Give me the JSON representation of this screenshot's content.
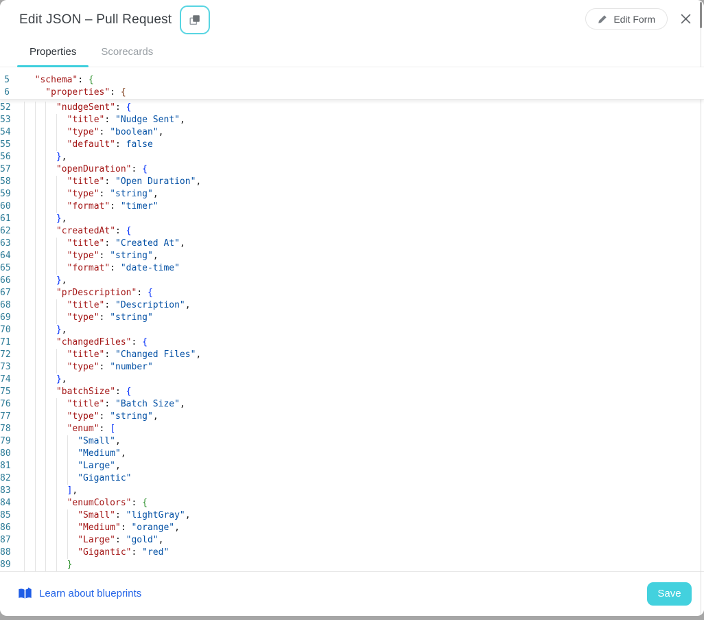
{
  "header": {
    "title": "Edit JSON – Pull Request",
    "edit_form_label": "Edit Form",
    "icons": {
      "copy": "copy-icon",
      "pencil": "pencil-icon",
      "close": "close-icon",
      "book": "open-book-icon"
    }
  },
  "tabs": [
    {
      "label": "Properties",
      "active": true
    },
    {
      "label": "Scorecards",
      "active": false
    }
  ],
  "editor": {
    "language": "json",
    "sticky_lines": [
      {
        "n": 5,
        "indent": 2,
        "tokens": [
          [
            "k",
            "\"schema\""
          ],
          [
            "p",
            ": "
          ],
          [
            "bg",
            "{"
          ]
        ]
      },
      {
        "n": 6,
        "indent": 4,
        "tokens": [
          [
            "k",
            "\"properties\""
          ],
          [
            "p",
            ": "
          ],
          [
            "bn",
            "{"
          ]
        ]
      }
    ],
    "lines": [
      {
        "n": 52,
        "indent": 6,
        "tokens": [
          [
            "k",
            "\"nudgeSent\""
          ],
          [
            "p",
            ": "
          ],
          [
            "bb",
            "{"
          ]
        ]
      },
      {
        "n": 53,
        "indent": 8,
        "tokens": [
          [
            "k",
            "\"title\""
          ],
          [
            "p",
            ": "
          ],
          [
            "v",
            "\"Nudge Sent\""
          ],
          [
            "p",
            ","
          ]
        ]
      },
      {
        "n": 54,
        "indent": 8,
        "tokens": [
          [
            "k",
            "\"type\""
          ],
          [
            "p",
            ": "
          ],
          [
            "v",
            "\"boolean\""
          ],
          [
            "p",
            ","
          ]
        ]
      },
      {
        "n": 55,
        "indent": 8,
        "tokens": [
          [
            "k",
            "\"default\""
          ],
          [
            "p",
            ": "
          ],
          [
            "kw",
            "false"
          ]
        ]
      },
      {
        "n": 56,
        "indent": 6,
        "tokens": [
          [
            "bb",
            "}"
          ],
          [
            "p",
            ","
          ]
        ]
      },
      {
        "n": 57,
        "indent": 6,
        "tokens": [
          [
            "k",
            "\"openDuration\""
          ],
          [
            "p",
            ": "
          ],
          [
            "bb",
            "{"
          ]
        ]
      },
      {
        "n": 58,
        "indent": 8,
        "tokens": [
          [
            "k",
            "\"title\""
          ],
          [
            "p",
            ": "
          ],
          [
            "v",
            "\"Open Duration\""
          ],
          [
            "p",
            ","
          ]
        ]
      },
      {
        "n": 59,
        "indent": 8,
        "tokens": [
          [
            "k",
            "\"type\""
          ],
          [
            "p",
            ": "
          ],
          [
            "v",
            "\"string\""
          ],
          [
            "p",
            ","
          ]
        ]
      },
      {
        "n": 60,
        "indent": 8,
        "tokens": [
          [
            "k",
            "\"format\""
          ],
          [
            "p",
            ": "
          ],
          [
            "v",
            "\"timer\""
          ]
        ]
      },
      {
        "n": 61,
        "indent": 6,
        "tokens": [
          [
            "bb",
            "}"
          ],
          [
            "p",
            ","
          ]
        ]
      },
      {
        "n": 62,
        "indent": 6,
        "tokens": [
          [
            "k",
            "\"createdAt\""
          ],
          [
            "p",
            ": "
          ],
          [
            "bb",
            "{"
          ]
        ]
      },
      {
        "n": 63,
        "indent": 8,
        "tokens": [
          [
            "k",
            "\"title\""
          ],
          [
            "p",
            ": "
          ],
          [
            "v",
            "\"Created At\""
          ],
          [
            "p",
            ","
          ]
        ]
      },
      {
        "n": 64,
        "indent": 8,
        "tokens": [
          [
            "k",
            "\"type\""
          ],
          [
            "p",
            ": "
          ],
          [
            "v",
            "\"string\""
          ],
          [
            "p",
            ","
          ]
        ]
      },
      {
        "n": 65,
        "indent": 8,
        "tokens": [
          [
            "k",
            "\"format\""
          ],
          [
            "p",
            ": "
          ],
          [
            "v",
            "\"date-time\""
          ]
        ]
      },
      {
        "n": 66,
        "indent": 6,
        "tokens": [
          [
            "bb",
            "}"
          ],
          [
            "p",
            ","
          ]
        ]
      },
      {
        "n": 67,
        "indent": 6,
        "tokens": [
          [
            "k",
            "\"prDescription\""
          ],
          [
            "p",
            ": "
          ],
          [
            "bb",
            "{"
          ]
        ]
      },
      {
        "n": 68,
        "indent": 8,
        "tokens": [
          [
            "k",
            "\"title\""
          ],
          [
            "p",
            ": "
          ],
          [
            "v",
            "\"Description\""
          ],
          [
            "p",
            ","
          ]
        ]
      },
      {
        "n": 69,
        "indent": 8,
        "tokens": [
          [
            "k",
            "\"type\""
          ],
          [
            "p",
            ": "
          ],
          [
            "v",
            "\"string\""
          ]
        ]
      },
      {
        "n": 70,
        "indent": 6,
        "tokens": [
          [
            "bb",
            "}"
          ],
          [
            "p",
            ","
          ]
        ]
      },
      {
        "n": 71,
        "indent": 6,
        "tokens": [
          [
            "k",
            "\"changedFiles\""
          ],
          [
            "p",
            ": "
          ],
          [
            "bb",
            "{"
          ]
        ]
      },
      {
        "n": 72,
        "indent": 8,
        "tokens": [
          [
            "k",
            "\"title\""
          ],
          [
            "p",
            ": "
          ],
          [
            "v",
            "\"Changed Files\""
          ],
          [
            "p",
            ","
          ]
        ]
      },
      {
        "n": 73,
        "indent": 8,
        "tokens": [
          [
            "k",
            "\"type\""
          ],
          [
            "p",
            ": "
          ],
          [
            "v",
            "\"number\""
          ]
        ]
      },
      {
        "n": 74,
        "indent": 6,
        "tokens": [
          [
            "bb",
            "}"
          ],
          [
            "p",
            ","
          ]
        ]
      },
      {
        "n": 75,
        "indent": 6,
        "tokens": [
          [
            "k",
            "\"batchSize\""
          ],
          [
            "p",
            ": "
          ],
          [
            "bb",
            "{"
          ]
        ]
      },
      {
        "n": 76,
        "indent": 8,
        "tokens": [
          [
            "k",
            "\"title\""
          ],
          [
            "p",
            ": "
          ],
          [
            "v",
            "\"Batch Size\""
          ],
          [
            "p",
            ","
          ]
        ]
      },
      {
        "n": 77,
        "indent": 8,
        "tokens": [
          [
            "k",
            "\"type\""
          ],
          [
            "p",
            ": "
          ],
          [
            "v",
            "\"string\""
          ],
          [
            "p",
            ","
          ]
        ]
      },
      {
        "n": 78,
        "indent": 8,
        "tokens": [
          [
            "k",
            "\"enum\""
          ],
          [
            "p",
            ": "
          ],
          [
            "bb",
            "["
          ]
        ]
      },
      {
        "n": 79,
        "indent": 10,
        "tokens": [
          [
            "v",
            "\"Small\""
          ],
          [
            "p",
            ","
          ]
        ]
      },
      {
        "n": 80,
        "indent": 10,
        "tokens": [
          [
            "v",
            "\"Medium\""
          ],
          [
            "p",
            ","
          ]
        ]
      },
      {
        "n": 81,
        "indent": 10,
        "tokens": [
          [
            "v",
            "\"Large\""
          ],
          [
            "p",
            ","
          ]
        ]
      },
      {
        "n": 82,
        "indent": 10,
        "tokens": [
          [
            "v",
            "\"Gigantic\""
          ]
        ]
      },
      {
        "n": 83,
        "indent": 8,
        "tokens": [
          [
            "bb",
            "]"
          ],
          [
            "p",
            ","
          ]
        ]
      },
      {
        "n": 84,
        "indent": 8,
        "tokens": [
          [
            "k",
            "\"enumColors\""
          ],
          [
            "p",
            ": "
          ],
          [
            "bg",
            "{"
          ]
        ]
      },
      {
        "n": 85,
        "indent": 10,
        "tokens": [
          [
            "k",
            "\"Small\""
          ],
          [
            "p",
            ": "
          ],
          [
            "v",
            "\"lightGray\""
          ],
          [
            "p",
            ","
          ]
        ]
      },
      {
        "n": 86,
        "indent": 10,
        "tokens": [
          [
            "k",
            "\"Medium\""
          ],
          [
            "p",
            ": "
          ],
          [
            "v",
            "\"orange\""
          ],
          [
            "p",
            ","
          ]
        ]
      },
      {
        "n": 87,
        "indent": 10,
        "tokens": [
          [
            "k",
            "\"Large\""
          ],
          [
            "p",
            ": "
          ],
          [
            "v",
            "\"gold\""
          ],
          [
            "p",
            ","
          ]
        ]
      },
      {
        "n": 88,
        "indent": 10,
        "tokens": [
          [
            "k",
            "\"Gigantic\""
          ],
          [
            "p",
            ": "
          ],
          [
            "v",
            "\"red\""
          ]
        ]
      },
      {
        "n": 89,
        "indent": 8,
        "tokens": [
          [
            "bg",
            "}"
          ]
        ]
      }
    ]
  },
  "footer": {
    "link_label": "Learn about blueprints",
    "save_label": "Save"
  },
  "colors": {
    "accent_teal": "#3fcfdd",
    "save_button": "#43d1de",
    "copy_border": "#58d5e2",
    "link_blue": "#2565e7",
    "line_number": "#2b7a96",
    "json_key": "#a31515",
    "json_value": "#0451a5",
    "bracket_blue": "#0431fa",
    "bracket_green": "#319331",
    "bracket_brown": "#7b3814"
  }
}
